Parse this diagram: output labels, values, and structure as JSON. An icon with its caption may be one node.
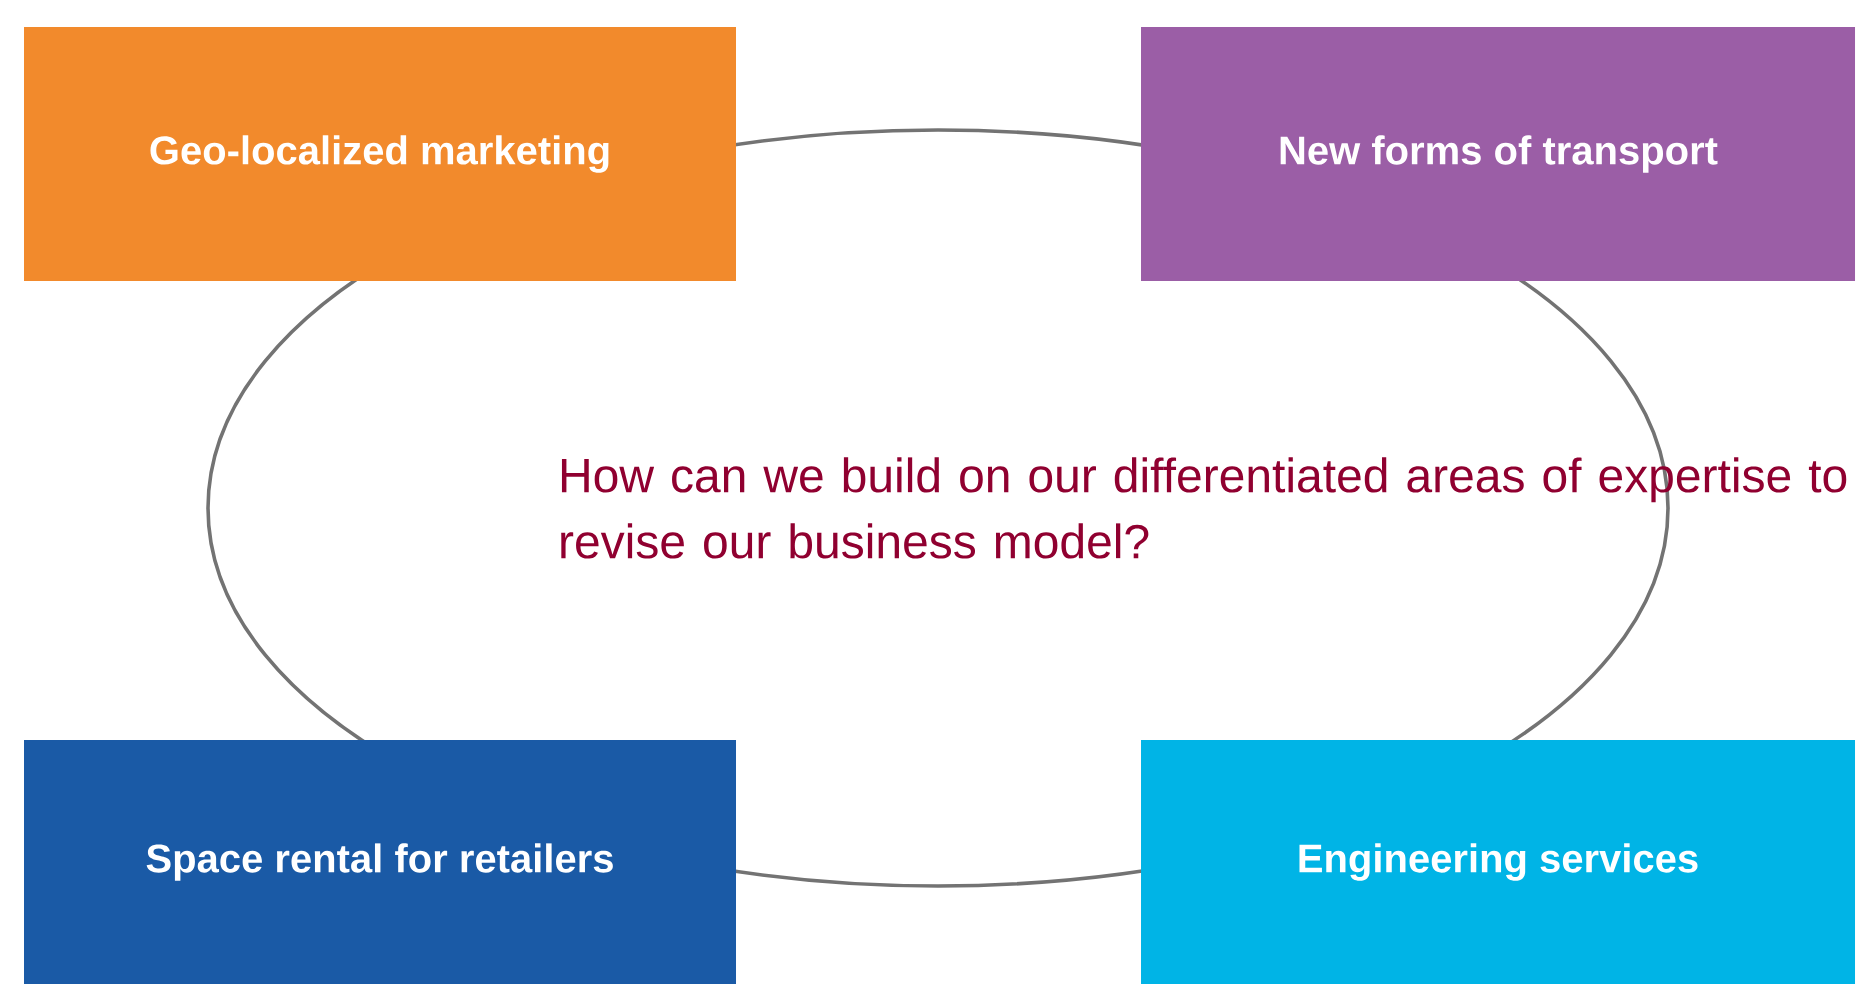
{
  "diagram": {
    "nodes": [
      {
        "text": [
          "How can we build on our differentiated areas of expertise to revise our business model?"
        ]
      },
      {
        "text": [
          "Geo-localized marketing"
        ]
      },
      {
        "text": [
          "New forms of transport"
        ]
      },
      {
        "text": [
          "Space rental for retailers"
        ]
      },
      {
        "text": [
          "Engineering services"
        ]
      }
    ]
  }
}
